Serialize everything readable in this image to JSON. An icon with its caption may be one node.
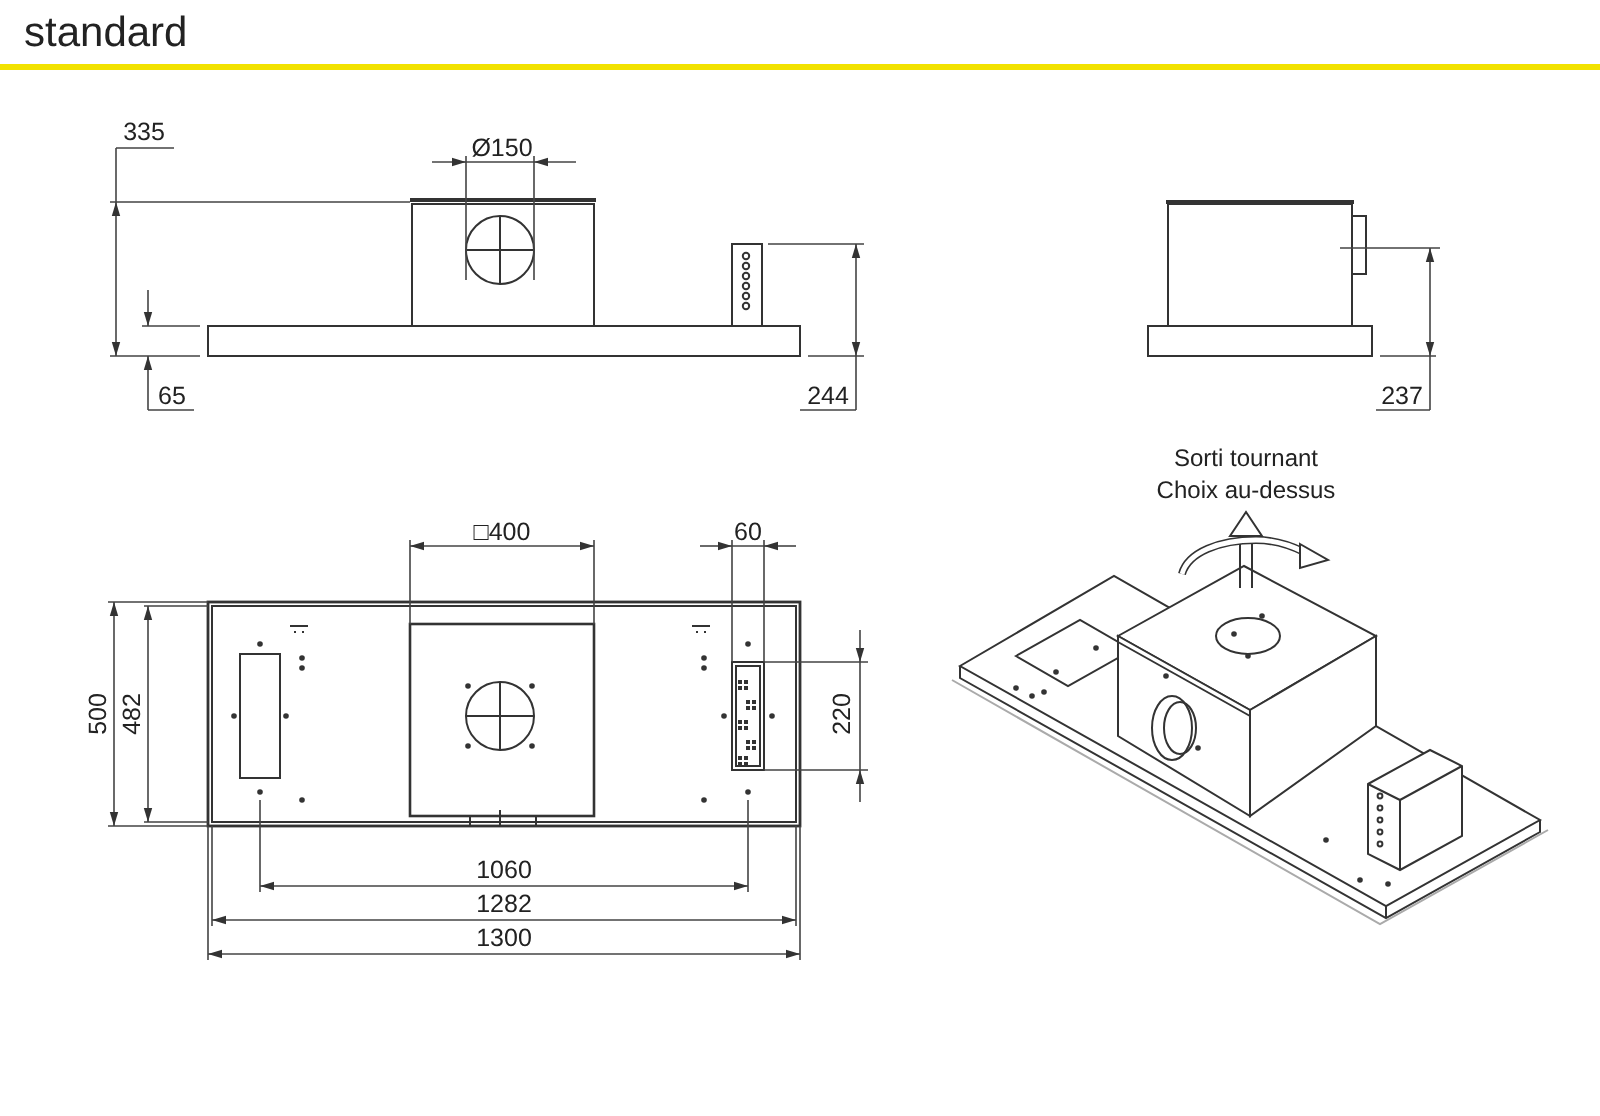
{
  "diagram": {
    "title": "standard",
    "labels": [
      "335",
      "Ø150",
      "65",
      "244",
      "237",
      "□400",
      "60",
      "500",
      "482",
      "220",
      "1060",
      "1282",
      "1300",
      "Sorti tournant",
      "Choix au-dessus"
    ]
  }
}
